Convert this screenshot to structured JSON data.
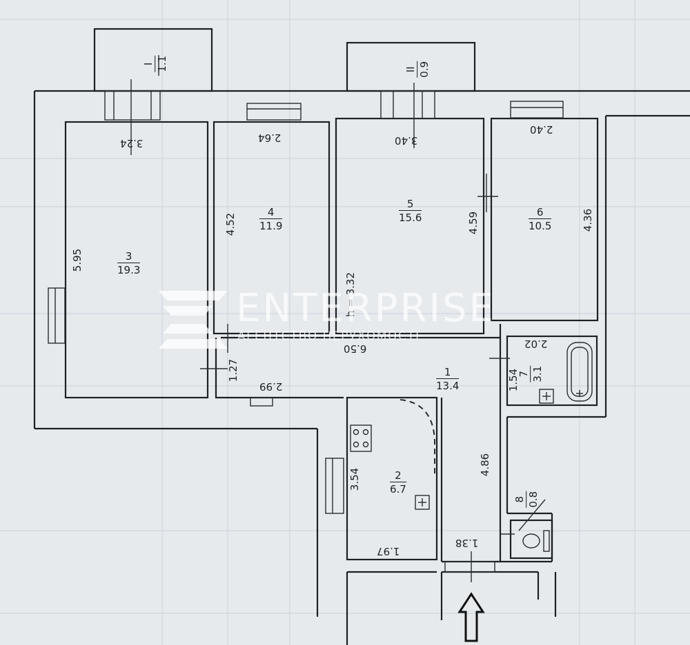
{
  "watermark": {
    "brand": "ENTERPRISE",
    "tagline": "АГЕНТСТВО НЕРУХОМОСТІ"
  },
  "rooms": [
    {
      "id": "1",
      "area": "13.4"
    },
    {
      "id": "2",
      "area": "6.7"
    },
    {
      "id": "3",
      "area": "19.3"
    },
    {
      "id": "4",
      "area": "11.9"
    },
    {
      "id": "5",
      "area": "15.6"
    },
    {
      "id": "6",
      "area": "10.5"
    },
    {
      "id": "7",
      "area": "3.1"
    },
    {
      "id": "8",
      "area": "0.8"
    },
    {
      "id": "I",
      "area": "1.1"
    },
    {
      "id": "II",
      "area": "0.9"
    }
  ],
  "dimensions": {
    "room3_width": "3.24",
    "room3_height": "5.95",
    "room4_width": "2.64",
    "room4_height": "4.52",
    "room5_width": "3.40",
    "room5_height": "4.59",
    "room6_width": "2.40",
    "room6_height": "4.36",
    "ceiling_height": "h = 3.32",
    "hall_length": "6.50",
    "hall_depth": "1.27",
    "hall_width": "2.99",
    "bath_width": "2.02",
    "bath_height": "1.54",
    "kitchen_height": "3.54",
    "kitchen_width": "1.97",
    "corridor_height": "4.86",
    "corridor_width": "1.38"
  }
}
